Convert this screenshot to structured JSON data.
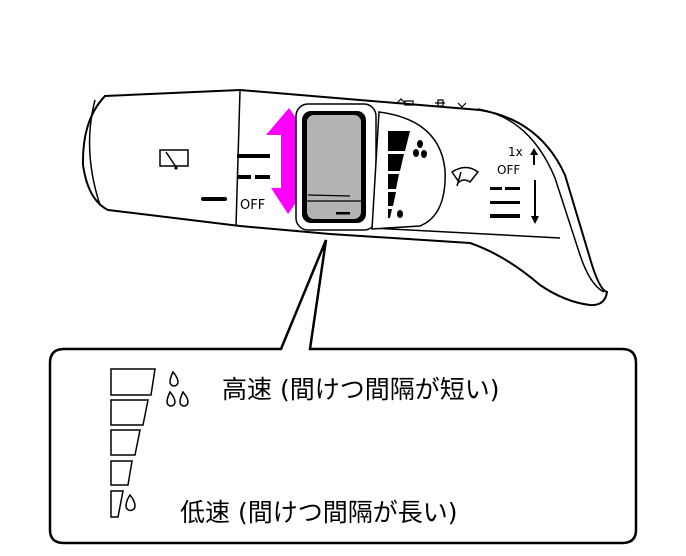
{
  "stalk": {
    "off_left": "OFF",
    "once_label": "1x",
    "off_right": "OFF"
  },
  "callout": {
    "high_speed": "高速 (間けつ間隔が短い)",
    "low_speed": "低速 (間けつ間隔が長い)"
  },
  "colors": {
    "arrow": "#ff00ff",
    "knob": "#b3b3b3"
  }
}
